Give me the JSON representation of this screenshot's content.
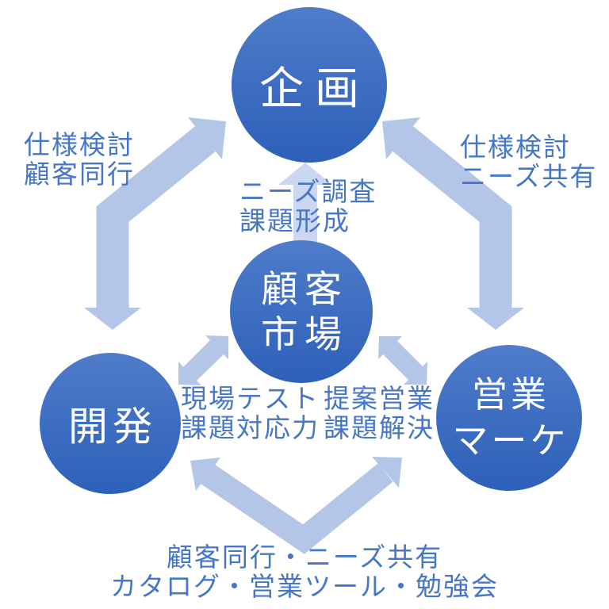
{
  "colors": {
    "circle_top": "#4f7cca",
    "circle_bottom": "#2d60b9",
    "circle_text": "#ffffff",
    "arrow": "#b3c6e7",
    "arrow_light": "#cbd7f0",
    "label_text": "#4576c8"
  },
  "nodes": {
    "planning": {
      "label": "企画"
    },
    "customer_market": {
      "line1": "顧客",
      "line2": "市場"
    },
    "development": {
      "label": "開発"
    },
    "sales_marketing": {
      "line1": "営業",
      "line2": "マーケ"
    }
  },
  "edge_labels": {
    "development_planning": {
      "line1": "仕様検討",
      "line2": "顧客同行"
    },
    "sales_planning": {
      "line1": "仕様検討",
      "line2": "ニーズ共有"
    },
    "market_planning": {
      "line1": "ニーズ調査",
      "line2": "課題形成"
    },
    "development_market": {
      "line1": "現場テスト",
      "line2": "課題対応力"
    },
    "sales_market": {
      "line1": "提案営業",
      "line2": "課題解決"
    },
    "development_sales": {
      "line1": "顧客同行・ニーズ共有",
      "line2": "カタログ・営業ツール・勉強会"
    }
  }
}
